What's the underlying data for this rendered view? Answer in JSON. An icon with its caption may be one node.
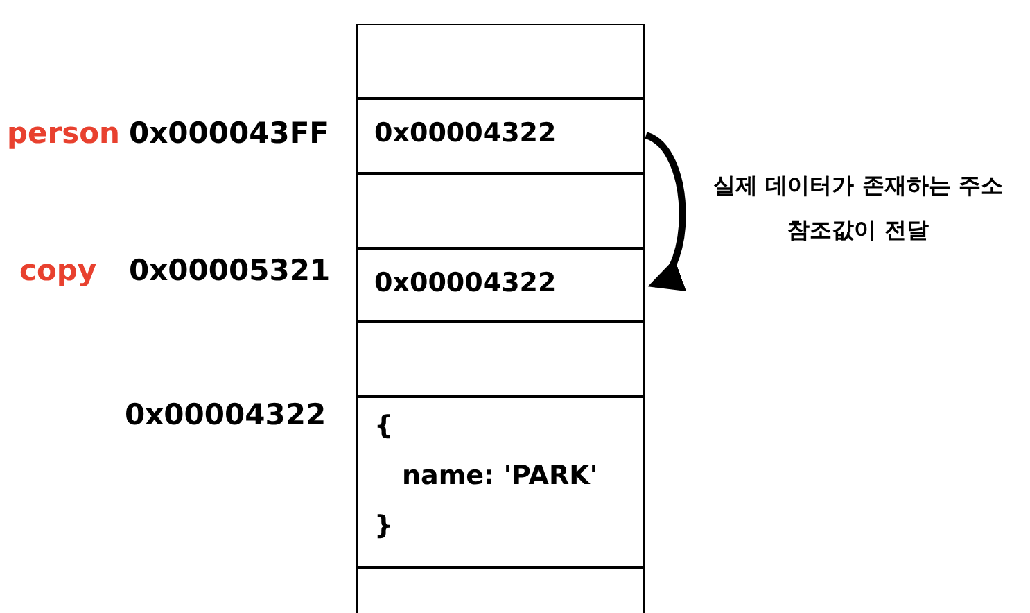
{
  "diagram": {
    "nodes": [
      {
        "text": [],
        "shape": "box"
      },
      {
        "text": [
          "0x00004322"
        ]
      },
      {
        "text": [],
        "shape": "box"
      },
      {
        "text": [
          "0x00004322"
        ]
      },
      {
        "text": [],
        "shape": "box"
      },
      {
        "text": [
          "{",
          "name: 'PARK'",
          "}"
        ]
      },
      {
        "text": [],
        "shape": "box"
      }
    ],
    "edges": [
      {
        "from": 1,
        "to": 3,
        "arrow": "to"
      }
    ],
    "labels": [
      "person",
      "0x000043FF",
      "실제 데이터가 존재하는 주소 참조값이 전달",
      "copy",
      "0x00005321",
      "0x00004322"
    ]
  }
}
